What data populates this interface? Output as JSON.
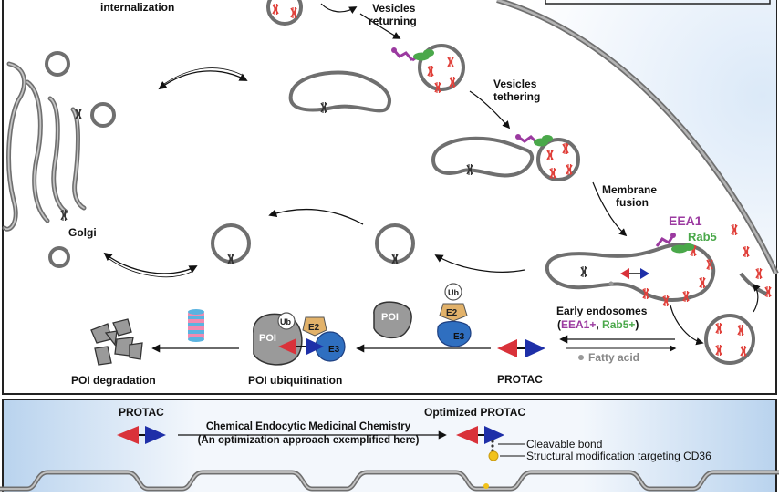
{
  "top_panel": {
    "label_internalization": "internalization",
    "label_vesicles_returning_1": "Vesicles",
    "label_vesicles_returning_2": "returning",
    "label_vesicles_tethering_1": "Vesicles",
    "label_vesicles_tethering_2": "tethering",
    "label_membrane_fusion_1": "Membrane",
    "label_membrane_fusion_2": "fusion",
    "label_eea1": "EEA1",
    "label_rab5": "Rab5",
    "label_golgi": "Golgi",
    "label_early_endosomes": "Early endosomes",
    "label_ee_open": "(",
    "label_ee_eea1": "EEA1+",
    "label_ee_comma": ", ",
    "label_ee_rab5": "Rab5+",
    "label_ee_close": ")",
    "label_fatty_acid": "Fatty acid",
    "label_protac": "PROTAC",
    "label_poi_ubiquitination": "POI ubiquitination",
    "label_poi_degradation": "POI degradation",
    "label_poi": "POI",
    "label_ub": "Ub",
    "label_e2": "E2",
    "label_e3": "E3"
  },
  "bottom_panel": {
    "label_protac": "PROTAC",
    "label_optimized_protac": "Optimized PROTAC",
    "label_cemc_1": "Chemical Endocytic Medicinal Chemistry",
    "label_cemc_2": "(An optimization approach exemplified here)",
    "label_cleavable_bond": "Cleavable bond",
    "label_structural_modification": "Structural modification targeting CD36"
  },
  "colors": {
    "membrane": "#8a8a8a",
    "membrane_dark": "#444444",
    "cd36_red": "#e0403a",
    "eea1_purple": "#9b3aa0",
    "rab5_green": "#4aa84a",
    "protac_red": "#d9323a",
    "protac_blue": "#1e2fa8",
    "e3_blue": "#2f6fc0",
    "e2_tan": "#e2b26a",
    "cell_interior": "#e6f0fb",
    "poi_gray": "#9a9a9a",
    "bond_dot": "#333333",
    "modification_yellow": "#f2c21a"
  }
}
